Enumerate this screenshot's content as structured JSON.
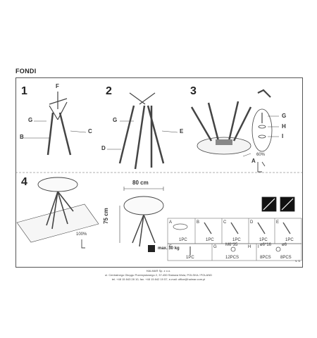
{
  "product": "FONDI",
  "steps": [
    "1",
    "2",
    "3",
    "4"
  ],
  "step1_labels": [
    "F",
    "G",
    "B",
    "C"
  ],
  "step2_labels": [
    "G",
    "E",
    "D"
  ],
  "step3_labels": [
    "G",
    "H",
    "I",
    "A"
  ],
  "step3_angle": "60%",
  "step4_tighten": "100%",
  "dimensions": {
    "width": "80 cm",
    "height": "75 cm",
    "max_load": "max. 30",
    "unit": "kg"
  },
  "parts": [
    {
      "letter": "A",
      "qty": "1PC"
    },
    {
      "letter": "B",
      "qty": "1PC"
    },
    {
      "letter": "C",
      "qty": "1PC"
    },
    {
      "letter": "D",
      "qty": "1PC"
    },
    {
      "letter": "E",
      "qty": "1PC"
    },
    {
      "letter": "F",
      "qty": "1PC"
    },
    {
      "letter": "G",
      "spec": "M6*35",
      "qty": "12PCS"
    },
    {
      "letter": "H",
      "spec": "ø6*16",
      "qty": "8PCS"
    },
    {
      "letter": "I",
      "spec": "ø6",
      "qty": "8PCS"
    }
  ],
  "company": {
    "name": "HALMAR Sp. z o.o.",
    "address": "ul. Centralnego Okręgu Przemysłowego 2, 37-450 Stalowa Wola, POLSKA / POLAND",
    "contact": "tel. +48 15 843 28 10, fax. +48 15 842 19 57, e-mail: office@halmar.com.pl"
  },
  "version": "v. 1"
}
